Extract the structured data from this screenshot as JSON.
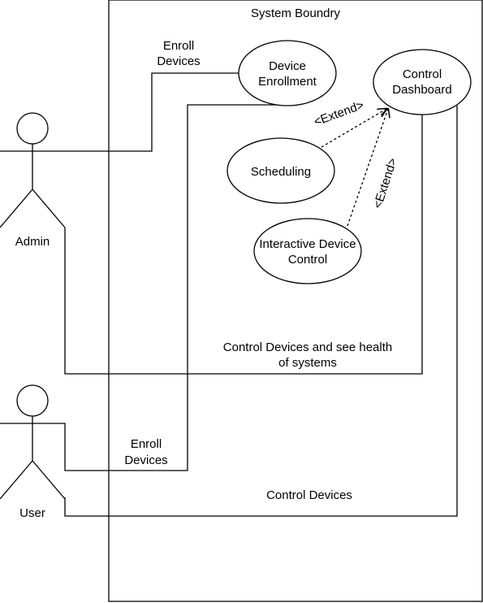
{
  "system": {
    "title": "System Boundry"
  },
  "actors": {
    "admin": {
      "label": "Admin"
    },
    "user": {
      "label": "User"
    }
  },
  "use_cases": {
    "device_enrollment": {
      "line1": "Device",
      "line2": "Enrollment"
    },
    "control_dashboard": {
      "line1": "Control",
      "line2": "Dashboard"
    },
    "scheduling": {
      "line1": "Scheduling"
    },
    "interactive_control": {
      "line1": "Interactive Device",
      "line2": "Control"
    }
  },
  "connectors": {
    "admin_enroll": {
      "line1": "Enroll",
      "line2": "Devices"
    },
    "admin_control": {
      "line1": "Control Devices and see health",
      "line2": "of systems"
    },
    "user_enroll": {
      "line1": "Enroll",
      "line2": "Devices"
    },
    "user_control": {
      "line1": "Control Devices"
    },
    "extend_scheduling": {
      "label": "<Extend>"
    },
    "extend_interactive": {
      "label": "<Extend>"
    }
  }
}
